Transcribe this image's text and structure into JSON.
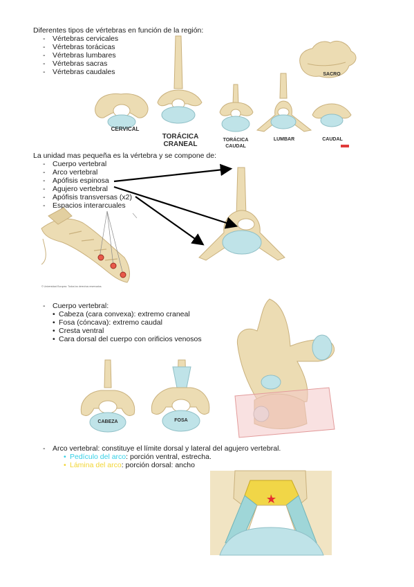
{
  "section1": {
    "title": "Diferentes tipos de vértebras en función de la región:",
    "items": [
      "Vértebras cervicales",
      "Vértebras torácicas",
      "Vértebras lumbares",
      "Vértebras sacras",
      "Vértebras caudales"
    ]
  },
  "figure1": {
    "labels": {
      "cervical": "CERVICAL",
      "toracica_craneal": [
        "TORÁCICA",
        "CRANEAL"
      ],
      "toracica_caudal": [
        "TORÁCICA",
        "CAUDAL"
      ],
      "lumbar": "LUMBAR",
      "caudal": "CAUDAL",
      "sacro": "SACRO"
    }
  },
  "section2": {
    "title": "La unidad mas pequeña es la vértebra y se compone de:",
    "items": [
      "Cuerpo vertebral",
      "Arco vertebral",
      "Apófisis espinosa",
      "Agujero vertebral",
      "Apófisis transversas (x2)",
      "Espacios interarcuales"
    ],
    "copyright": "© Universidad Europea. Todos los derechos reservados."
  },
  "section3": {
    "title": "Cuerpo vertebral:",
    "items": [
      "Cabeza (cara convexa): extremo craneal",
      "Fosa (cóncava): extremo caudal",
      "Cresta ventral",
      "Cara dorsal del cuerpo con orificios venosos"
    ],
    "labels": {
      "cabeza": "CABEZA",
      "fosa": "FOSA"
    }
  },
  "section4": {
    "title": "Arco vertebral: constituye el límite dorsal y lateral del agujero vertebral.",
    "items": [
      {
        "term": "Pedículo del arco",
        "rest": ": porción ventral, estrecha.",
        "color": "#35d0e6"
      },
      {
        "term": "Lámina del arco",
        "rest": ": porción dorsal: ancho",
        "color": "#f2d534"
      }
    ]
  },
  "colors": {
    "bone": "#ecdcb3",
    "bone_dark": "#c9b07c",
    "cartilage": "#bfe3e8",
    "arrow": "#000000",
    "scale_bar": "#e03a3a",
    "box": "#f4c9c9"
  }
}
